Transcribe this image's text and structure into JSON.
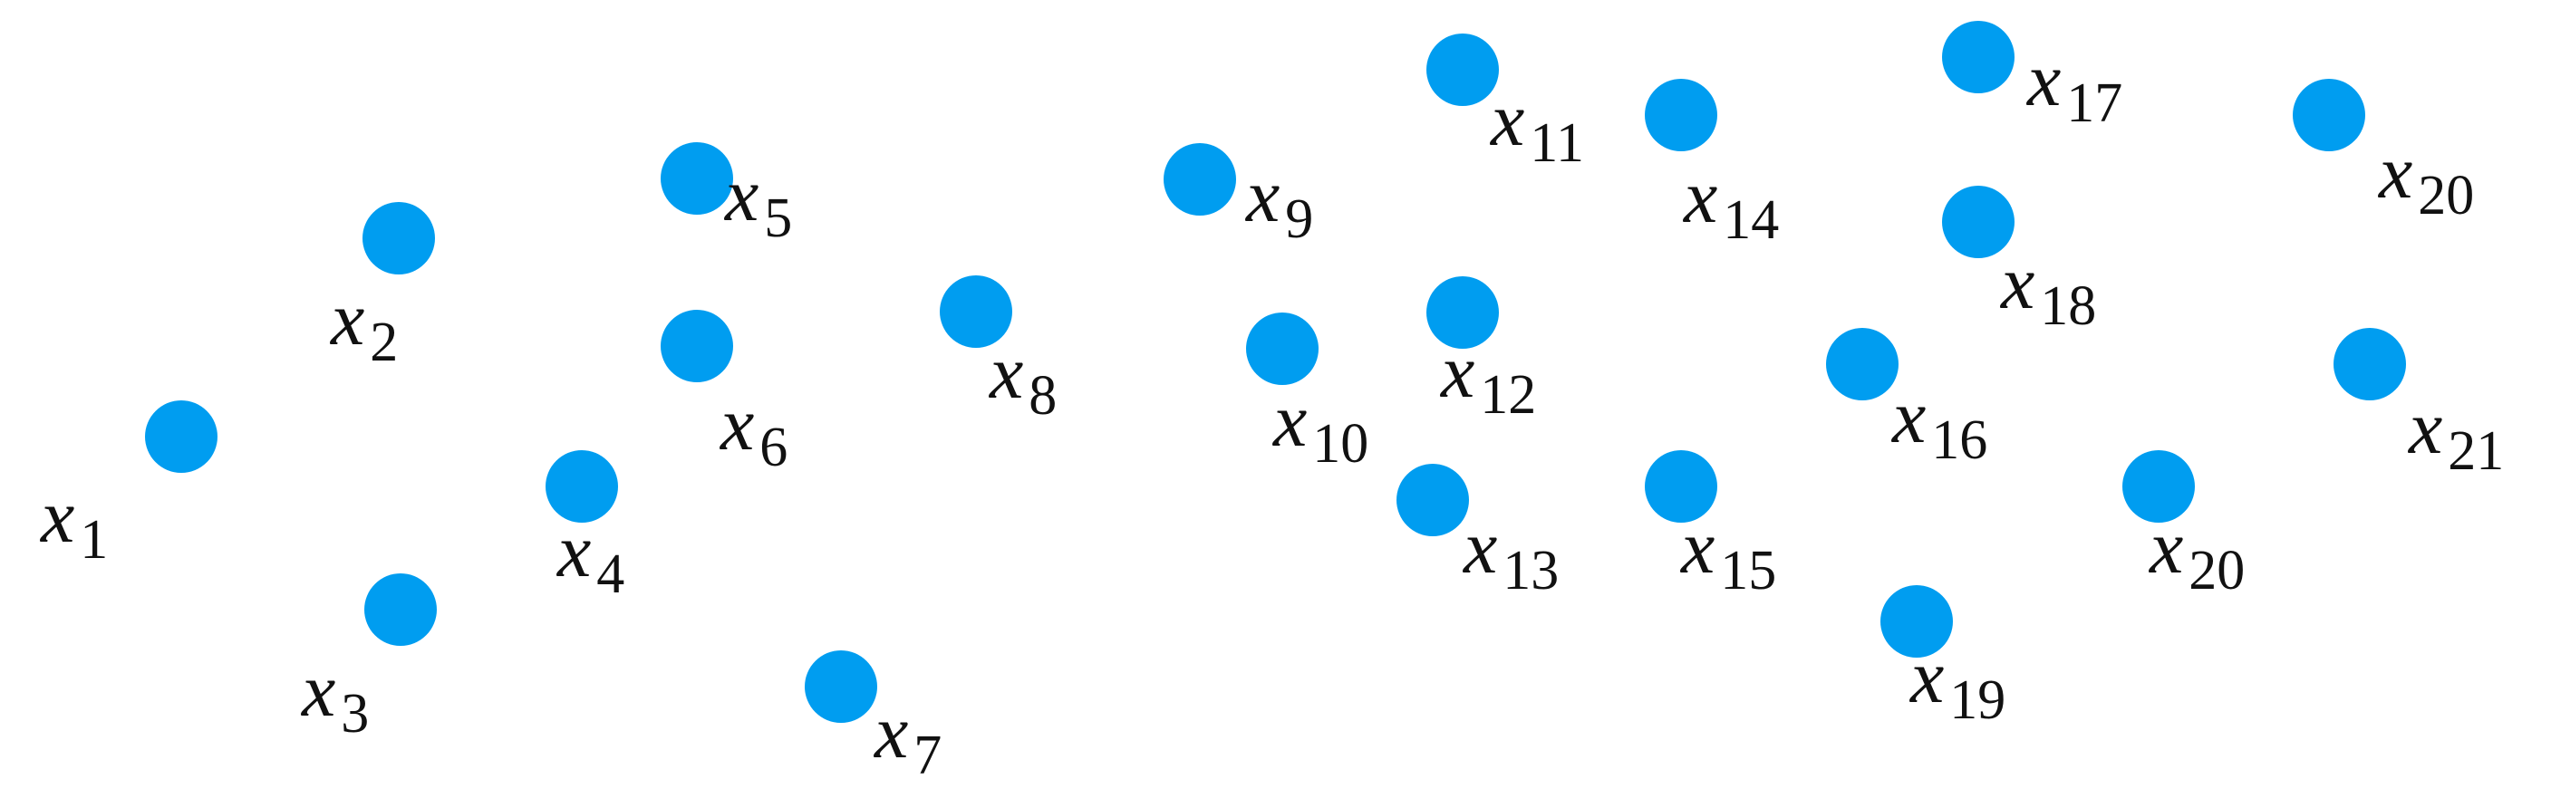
{
  "colors": {
    "node": "#009DF0",
    "text": "#111111",
    "background": "#FFFFFF"
  },
  "nodes": [
    {
      "id": "x1",
      "variable": "x",
      "subscript": "1"
    },
    {
      "id": "x2",
      "variable": "x",
      "subscript": "2"
    },
    {
      "id": "x3",
      "variable": "x",
      "subscript": "3"
    },
    {
      "id": "x4",
      "variable": "x",
      "subscript": "4"
    },
    {
      "id": "x5",
      "variable": "x",
      "subscript": "5"
    },
    {
      "id": "x6",
      "variable": "x",
      "subscript": "6"
    },
    {
      "id": "x7",
      "variable": "x",
      "subscript": "7"
    },
    {
      "id": "x8",
      "variable": "x",
      "subscript": "8"
    },
    {
      "id": "x9",
      "variable": "x",
      "subscript": "9"
    },
    {
      "id": "x10",
      "variable": "x",
      "subscript": "10"
    },
    {
      "id": "x11",
      "variable": "x",
      "subscript": "11"
    },
    {
      "id": "x12",
      "variable": "x",
      "subscript": "12"
    },
    {
      "id": "x13",
      "variable": "x",
      "subscript": "13"
    },
    {
      "id": "x14",
      "variable": "x",
      "subscript": "14"
    },
    {
      "id": "x15",
      "variable": "x",
      "subscript": "15"
    },
    {
      "id": "x16",
      "variable": "x",
      "subscript": "16"
    },
    {
      "id": "x17",
      "variable": "x",
      "subscript": "17"
    },
    {
      "id": "x18",
      "variable": "x",
      "subscript": "18"
    },
    {
      "id": "x19",
      "variable": "x",
      "subscript": "19"
    },
    {
      "id": "x20a",
      "variable": "x",
      "subscript": "20"
    },
    {
      "id": "x20b",
      "variable": "x",
      "subscript": "20"
    },
    {
      "id": "x21",
      "variable": "x",
      "subscript": "21"
    }
  ]
}
